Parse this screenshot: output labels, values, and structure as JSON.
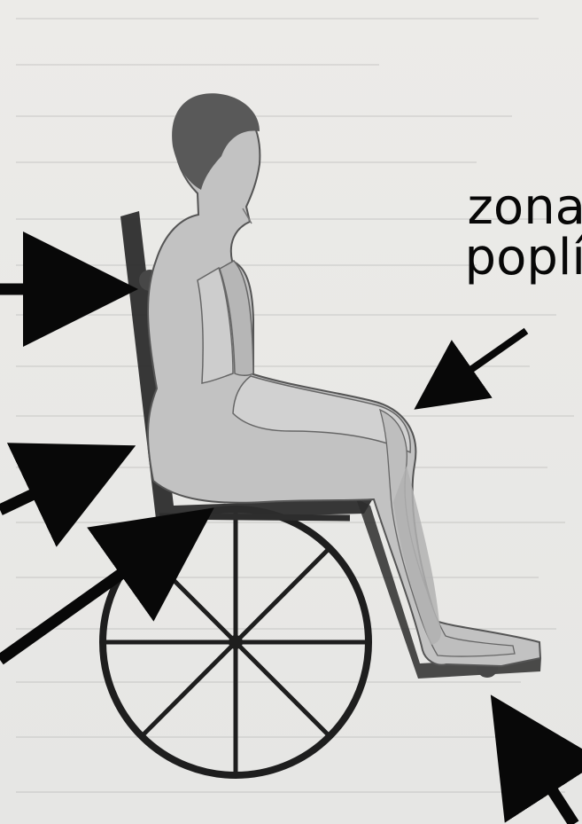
{
  "annotation": {
    "label": "zona\npoplí"
  },
  "colors": {
    "paper": "#ebebea",
    "figure_fill": "#bdbdbd",
    "chair_outline": "#2c2c2c",
    "arrow": "#080808",
    "hair": "#5a5a5a"
  },
  "icons": {
    "wheelchair": "wheelchair-drawing",
    "seated_person": "seated-person-drawing",
    "arrow": "arrow-icon"
  }
}
